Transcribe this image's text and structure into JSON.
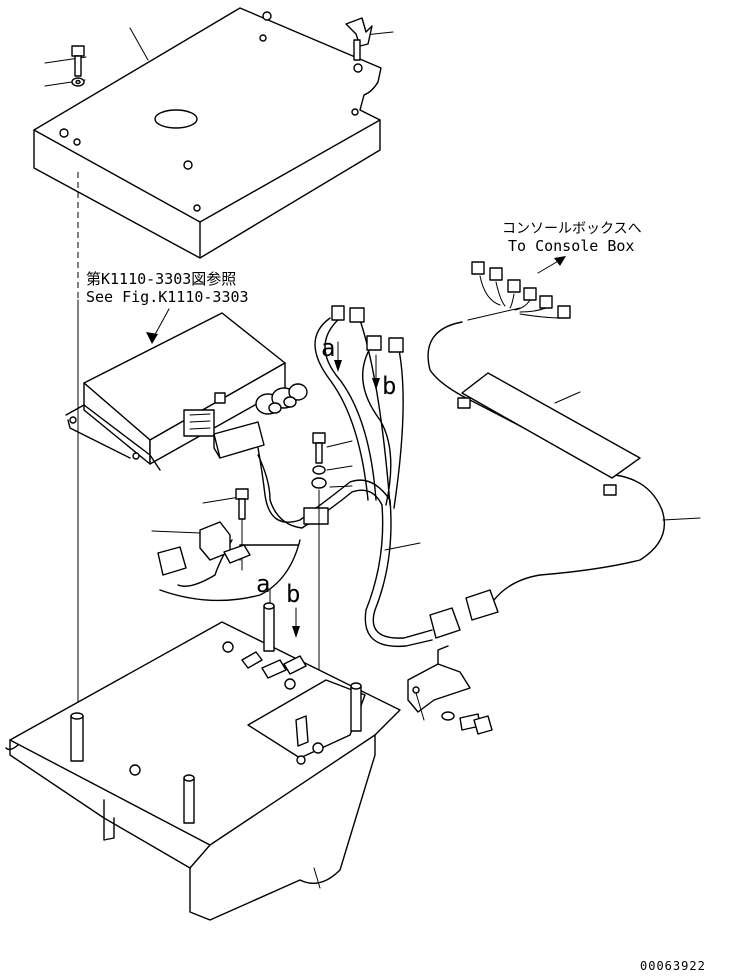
{
  "diagram": {
    "reference_label": {
      "japanese": "第K1110-3303図参照",
      "english": "See Fig.K1110-3303"
    },
    "console_label": {
      "japanese": "コンソールボックスへ",
      "english": "To Console Box"
    },
    "connection_marks": [
      "a",
      "b",
      "a",
      "b"
    ],
    "part_number": "00063922"
  }
}
